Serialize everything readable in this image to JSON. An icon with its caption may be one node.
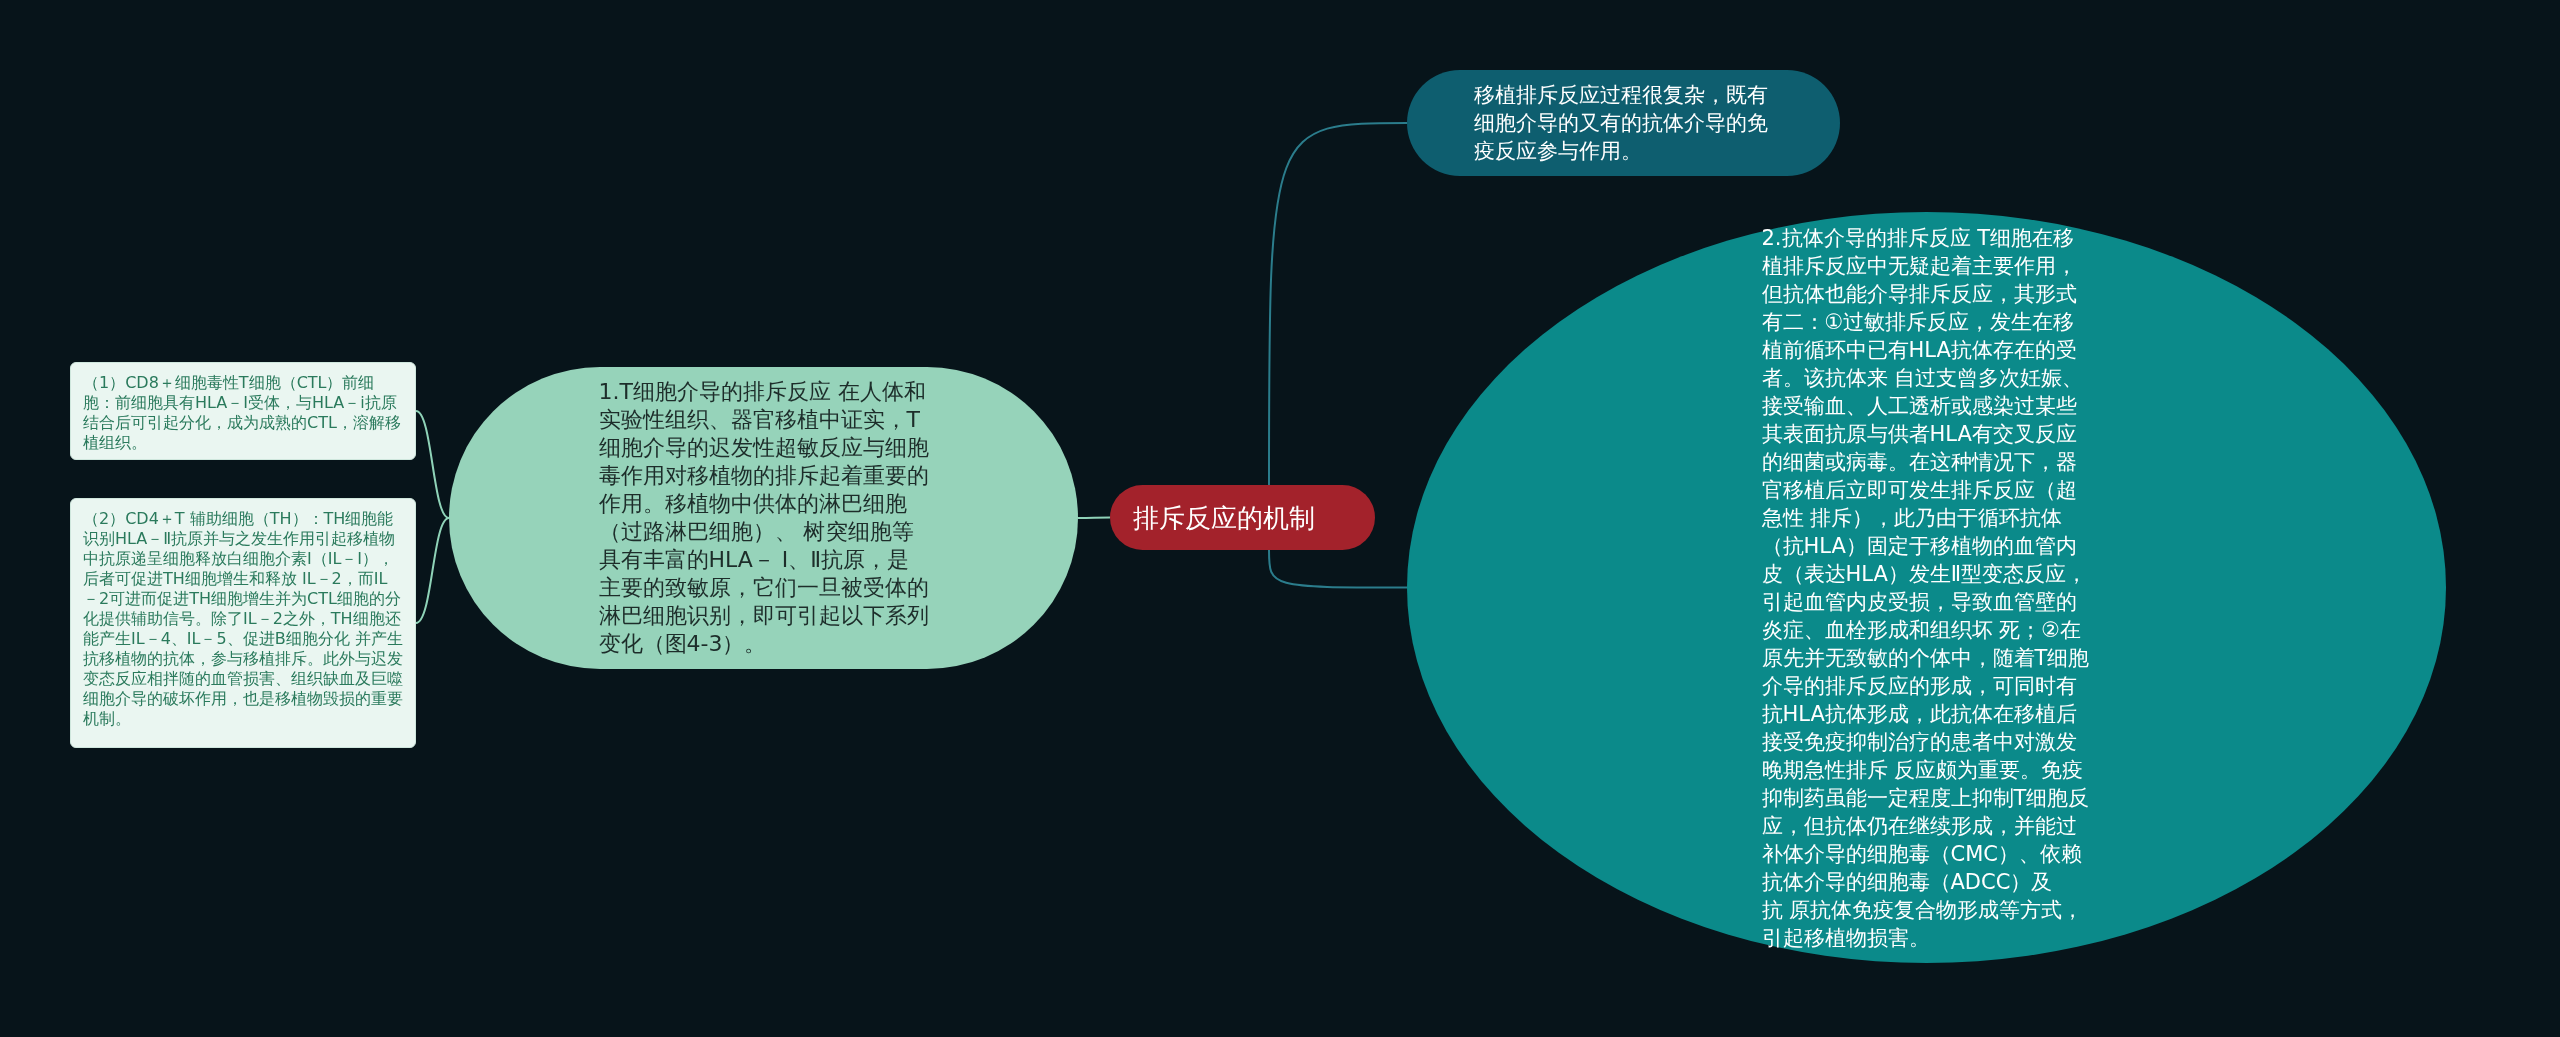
{
  "diagram": {
    "nodes": [
      {
        "text": [
          "（1）CD8＋细胞毒性T细胞（CTL）前细胞：前细胞具有HLA－Ⅰ受体，与HLA－ⅰ抗原结合后可引起分化，成为成熟的CTL，溶解移植组织。"
        ]
      },
      {
        "text": [
          "（2）CD4＋T 辅助细胞（TH）：TH细胞能识别HLA－Ⅱ抗原并与之发生作用引起移植物中抗原递呈细胞释放白细胞介素Ⅰ（IL－Ⅰ），后者可促进TH细胞增生和释放 IL－2，而IL－2可进而促进TH细胞增生并为CTL细胞的分化提供辅助信号。除了IL－2之外，TH细胞还能产生IL－4、IL－5、促进B细胞分化 并产生抗移植物的抗体，参与移植排斥。此外与迟发变态反应相拌随的血管损害、组织缺血及巨噬细胞介导的破坏作用，也是移植物毁损的重要机制。"
        ]
      },
      {
        "text": [
          "1.T细胞介导的排斥反应 在人体和实验性组织、器官移植中证实，T细胞介导的迟发性超敏反应与细胞毒作用对移植物的排斥起着重要的作用。移植物中供体的淋巴细胞（过路淋巴细胞）、 树突细胞等具有丰富的HLA－ Ⅰ、Ⅱ抗原，是主要的致敏原，它们一旦被受体的淋巴细胞识别，即可引起以下系列变化（图4-3）。"
        ]
      },
      {
        "text": [
          "排斥反应的机制"
        ]
      },
      {
        "text": [
          "移植排斥反应过程很复杂，既有细胞介导的又有的抗体介导的免疫反应参与作用。"
        ]
      },
      {
        "text": [
          "2.抗体介导的排斥反应 T细胞在移植排斥反应中无疑起着主要作用，但抗体也能介导排斥反应，其形式有二：①过敏排斥反应，发生在移植前循环中已有HLA抗体存在的受者。该抗体来 自过支曾多次妊娠、接受输血、人工透析或感染过某些其表面抗原与供者HLA有交叉反应的细菌或病毒。在这种情况下，器官移植后立即可发生排斥反应（超急性 排斥），此乃由于循环抗体（抗HLA）固定于移植物的血管内皮（表达HLA）发生Ⅱ型变态反应，引起血管内皮受损，导致血管壁的炎症、血栓形成和组织坏 死；②在原先并无致敏的个体中，随着T细胞介导的排斥反应的形成，可同时有抗HLA抗体形成，此抗体在移植后接受免疫抑制治疗的患者中对激发晚期急性排斥 反应颇为重要。免疫抑制药虽能一定程度上抑制T细胞反应，但抗体仍在继续形成，并能过补体介导的细胞毒（CMC）、依赖抗体介导的细胞毒（ADCC）及抗 原抗体免疫复合物形成等方式，引起移植物损害。"
        ]
      }
    ],
    "edges": [
      {
        "from": 3,
        "to": 4,
        "arrow": "none",
        "color": "#2b7d8c"
      },
      {
        "from": 3,
        "to": 5,
        "arrow": "none",
        "color": "#2b7d8c"
      },
      {
        "from": 3,
        "to": 2,
        "arrow": "none"
      },
      {
        "from": 2,
        "to": 0,
        "arrow": "none"
      },
      {
        "from": 2,
        "to": 1,
        "arrow": "none"
      }
    ]
  }
}
